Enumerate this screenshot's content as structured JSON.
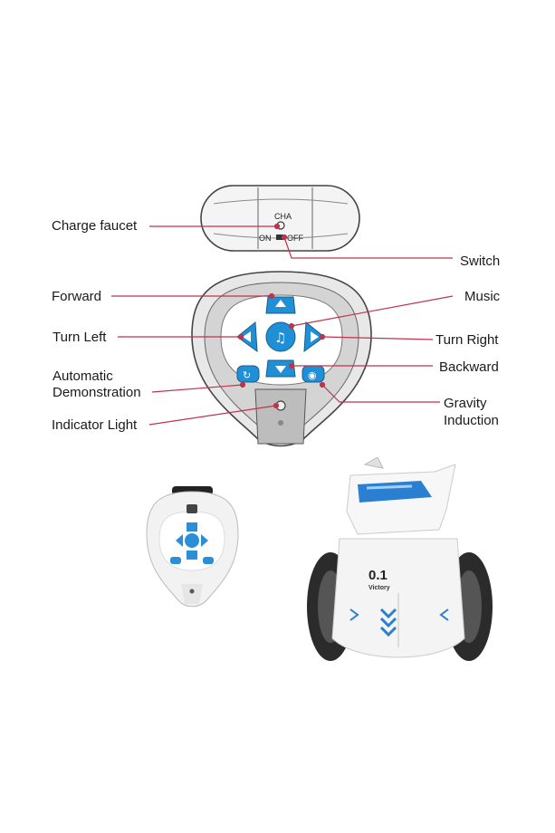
{
  "top_view": {
    "cha_text": "CHA",
    "on_text": "ON",
    "off_text": "OFF"
  },
  "labels": {
    "charge_faucet": "Charge faucet",
    "switch": "Switch",
    "forward": "Forward",
    "music": "Music",
    "turn_left": "Turn Left",
    "turn_right": "Turn Right",
    "backward": "Backward",
    "automatic_demo_line1": "Automatic",
    "automatic_demo_line2": "Demonstration",
    "gravity_line1": "Gravity",
    "gravity_line2": "Induction",
    "indicator_light": "Indicator Light"
  },
  "robot": {
    "chest_number": "0.1",
    "chest_text": "Victory"
  },
  "colors": {
    "leader_line": "#c0334a",
    "button_blue": "#1f8fd6",
    "outline": "#555555",
    "robot_accent": "#2a7fd0"
  }
}
